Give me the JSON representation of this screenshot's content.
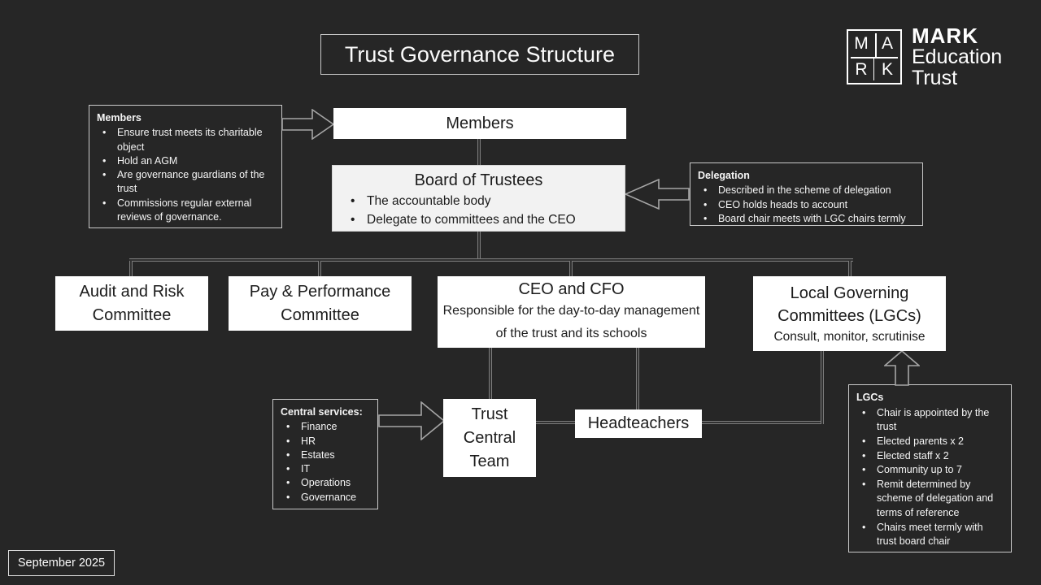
{
  "colors": {
    "bg": "#262626",
    "node-fill": "#ffffff",
    "board-fill": "#f2f2f2",
    "node-text": "#1c1c1c",
    "line": "#7d7d7d",
    "text": "#f5f5f5",
    "box-border": "#c9c9c9"
  },
  "header": {
    "title": "Trust Governance Structure"
  },
  "logo": {
    "letters": [
      "M",
      "A",
      "R",
      "K"
    ],
    "name_line1": "MARK",
    "name_line2": "Education",
    "name_line3": "Trust"
  },
  "footer": {
    "date": "September 2025"
  },
  "annotations": {
    "members": {
      "title": "Members",
      "bullets": [
        "Ensure trust meets its charitable object",
        "Hold an AGM",
        "Are governance guardians of the trust",
        "Commissions regular external reviews of governance."
      ]
    },
    "delegation": {
      "title": "Delegation",
      "bullets": [
        "Described in the scheme of delegation",
        "CEO holds heads to account",
        "Board chair meets with LGC chairs termly"
      ]
    },
    "central_services": {
      "title": "Central services:",
      "bullets": [
        "Finance",
        "HR",
        "Estates",
        "IT",
        "Operations",
        "Governance"
      ]
    },
    "lgcs": {
      "title": "LGCs",
      "bullets": [
        "Chair is appointed by the trust",
        "Elected parents x 2",
        "Elected staff x 2",
        "Community up to 7",
        "Remit determined by scheme of delegation and terms of reference",
        "Chairs meet termly with trust board chair"
      ]
    }
  },
  "nodes": {
    "members": {
      "label": "Members"
    },
    "board": {
      "title": "Board of Trustees",
      "bullets": [
        "The accountable body",
        "Delegate to committees and the CEO"
      ]
    },
    "audit": {
      "label": "Audit and Risk Committee"
    },
    "pay": {
      "label": "Pay & Performance Committee"
    },
    "ceo": {
      "title": "CEO and CFO",
      "subtitle": "Responsible for the day-to-day management of the trust and its schools"
    },
    "lgc": {
      "title": "Local Governing Committees (LGCs)",
      "subtitle": "Consult, monitor, scrutinise"
    },
    "trust_central_team": {
      "label": "Trust Central Team"
    },
    "headteachers": {
      "label": "Headteachers"
    }
  }
}
